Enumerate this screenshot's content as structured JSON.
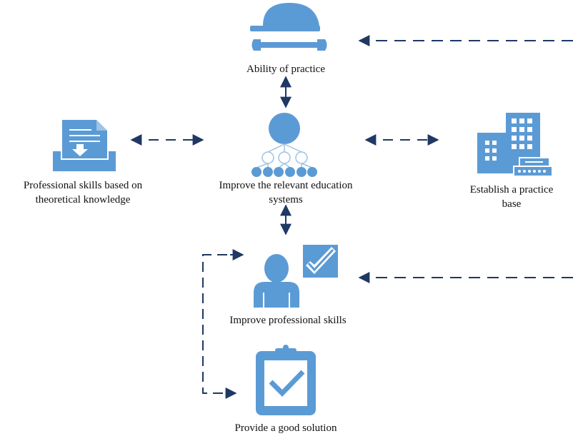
{
  "nodes": {
    "practice_ability": {
      "label": "Ability of practice",
      "icon": "hardhat-wrench-icon"
    },
    "professional_theory": {
      "label_line1": "Professional skills based on",
      "label_line2": "theoretical knowledge",
      "icon": "document-tray-icon"
    },
    "education_systems": {
      "label_line1": "Improve the relevant education",
      "label_line2": "systems",
      "icon": "org-hierarchy-icon"
    },
    "practice_base": {
      "label_line1": "Establish a practice",
      "label_line2": "base",
      "icon": "office-buildings-icon"
    },
    "professional_skills": {
      "label": "Improve professional skills",
      "icon": "person-check-icon"
    },
    "good_solution": {
      "label": "Provide a good solution",
      "icon": "clipboard-check-icon"
    }
  },
  "colors": {
    "icon_fill": "#5b9bd5",
    "arrow": "#1f3864",
    "text": "#111111"
  }
}
